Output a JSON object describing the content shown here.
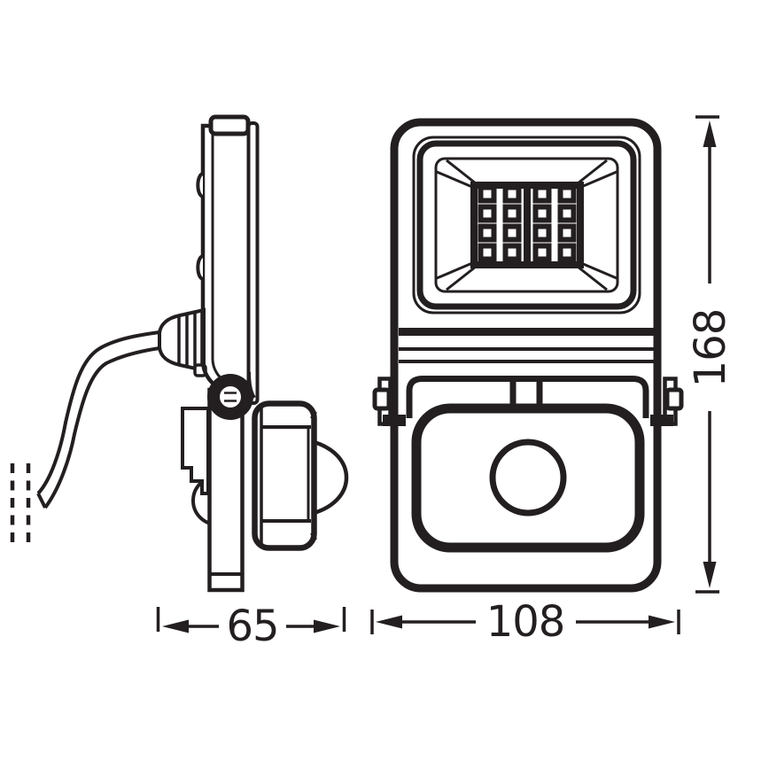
{
  "drawing": {
    "background_color": "#ffffff",
    "line_color": "#231f20",
    "dimensions": {
      "side_width": "65",
      "front_width": "108",
      "front_height": "168"
    }
  }
}
